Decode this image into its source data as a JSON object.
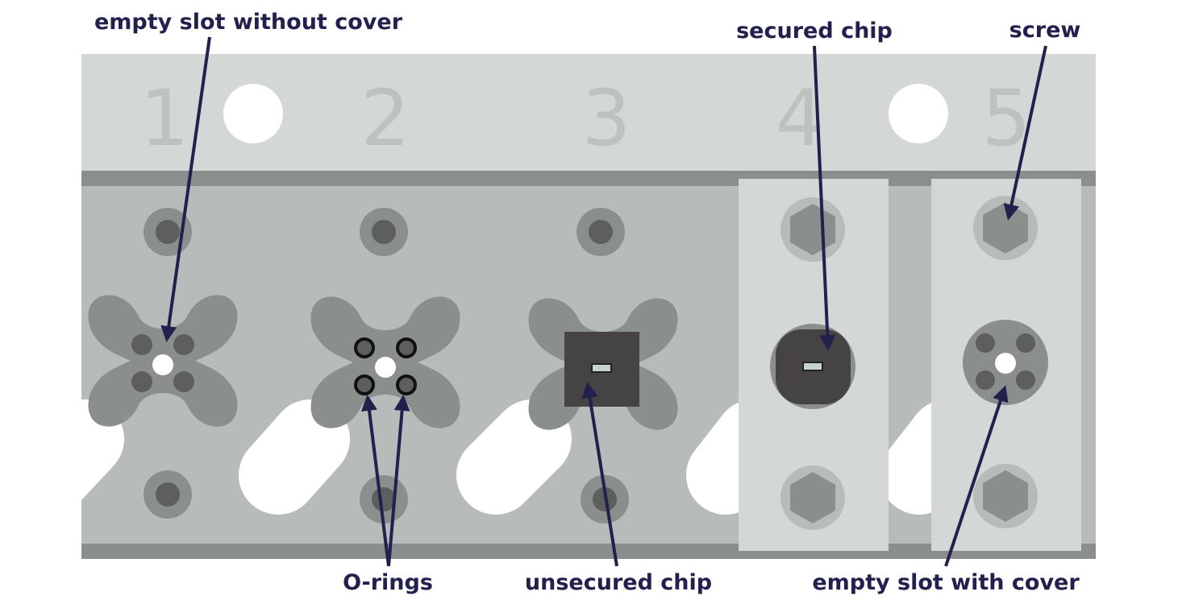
{
  "slot_numbers": [
    "1",
    "2",
    "3",
    "4",
    "5"
  ],
  "labels": {
    "empty_slot_without_cover": "empty slot without cover",
    "secured_chip": "secured chip",
    "screw": "screw",
    "o_rings": "O-rings",
    "unsecured_chip": "unsecured chip",
    "empty_slot_with_cover": "empty slot with cover"
  },
  "colors": {
    "plate_top": "#d3d8d7",
    "plate_body": "#b7bbba",
    "rail": "#8a8e8d",
    "cover": "#d3d8d7",
    "cross": "#8a8e8d",
    "chip": "#454343",
    "arrow": "#22204d",
    "o_ring": "#111111"
  }
}
